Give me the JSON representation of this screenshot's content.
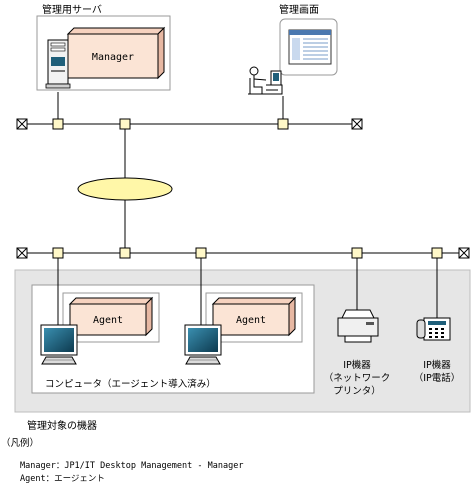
{
  "labels": {
    "mgmt_server": "管理用サーバ",
    "mgmt_screen": "管理画面",
    "computer_group": "コンピュータ（エージェント導入済み）",
    "ip_device_line1": "IP機器",
    "ip_device_line2": "（ネットワーク",
    "ip_device_line3": "プリンタ）",
    "ip_phone_line1": "IP機器",
    "ip_phone_line2": "（IP電話）",
    "managed_devices": "管理対象の機器"
  },
  "boxes": {
    "manager": "Manager",
    "agent": "Agent"
  },
  "legend": {
    "title": "（凡例）",
    "line1": "Manager：JP1/IT Desktop Management - Manager",
    "line2": "Agent：エージェント"
  },
  "colors": {
    "box_fill": "#fbe4d5",
    "box_top": "#f6d2bf",
    "box_side": "#e7b8a3",
    "node_fill": "#fff8c8",
    "cloud_fill": "#fff7a8",
    "managed_bg": "#e6e6e6",
    "screen_blue": "#1f5f7a"
  }
}
